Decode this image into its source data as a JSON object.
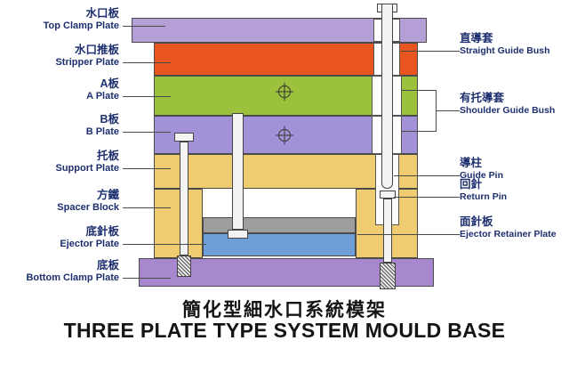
{
  "diagram": {
    "title_zh": "簡化型細水口系統模架",
    "title_en": "THREE PLATE TYPE SYSTEM MOULD BASE"
  },
  "left_labels": [
    {
      "zh": "水口板",
      "en": "Top Clamp Plate"
    },
    {
      "zh": "水口推板",
      "en": "Stripper Plate"
    },
    {
      "zh": "A板",
      "en": "A Plate"
    },
    {
      "zh": "B板",
      "en": "B Plate"
    },
    {
      "zh": "托板",
      "en": "Support Plate"
    },
    {
      "zh": "方鐵",
      "en": "Spacer Block"
    },
    {
      "zh": "底針板",
      "en": "Ejector Plate"
    },
    {
      "zh": "底板",
      "en": "Bottom Clamp Plate"
    }
  ],
  "right_labels": [
    {
      "zh": "直導套",
      "en": "Straight Guide Bush"
    },
    {
      "zh": "有托導套",
      "en": "Shoulder Guide Bush"
    },
    {
      "zh": "導柱",
      "en": "Guide Pin"
    },
    {
      "zh": "回針",
      "en": "Return Pin"
    },
    {
      "zh": "面針板",
      "en": "Ejector Retainer Plate"
    }
  ],
  "palette": {
    "top_clamp_plate": "#b49fd6",
    "stripper_plate": "#e8551e",
    "a_plate": "#9cc13c",
    "b_plate": "#a291d6",
    "support_plate": "#f0cc70",
    "spacer_block": "#f0cc70",
    "ejector_retainer_plate": "#9e9e9e",
    "ejector_plate": "#6f9fd8",
    "bottom_clamp_plate": "#a788cf",
    "label_text": "#1d2f6f",
    "leader_line": "#4a4a4a"
  }
}
